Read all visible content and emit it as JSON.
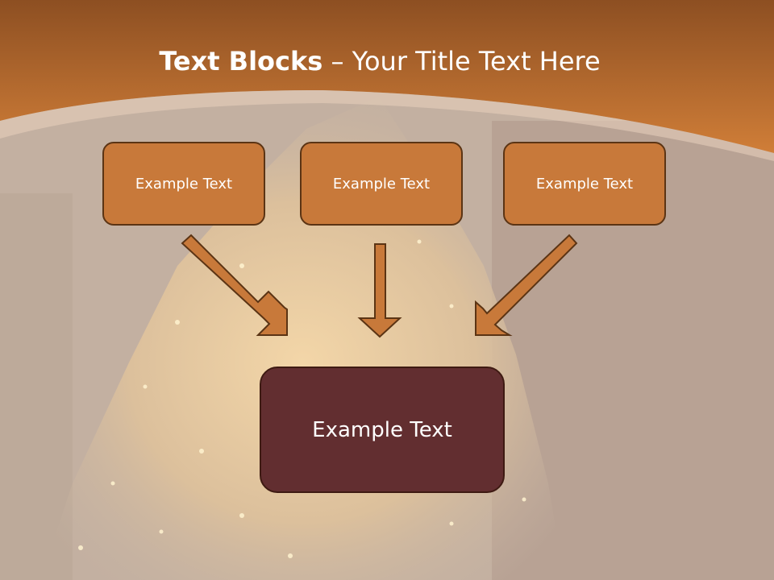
{
  "slide": {
    "title_bold": "Text Blocks",
    "title_rest": " – Your Title Text Here",
    "boxes": [
      "Example Text",
      "Example Text",
      "Example Text"
    ],
    "main_box": "Example Text"
  },
  "colors": {
    "header": "#c4722f",
    "box_fill": "#c8793a",
    "main_box_fill": "#622e30"
  }
}
